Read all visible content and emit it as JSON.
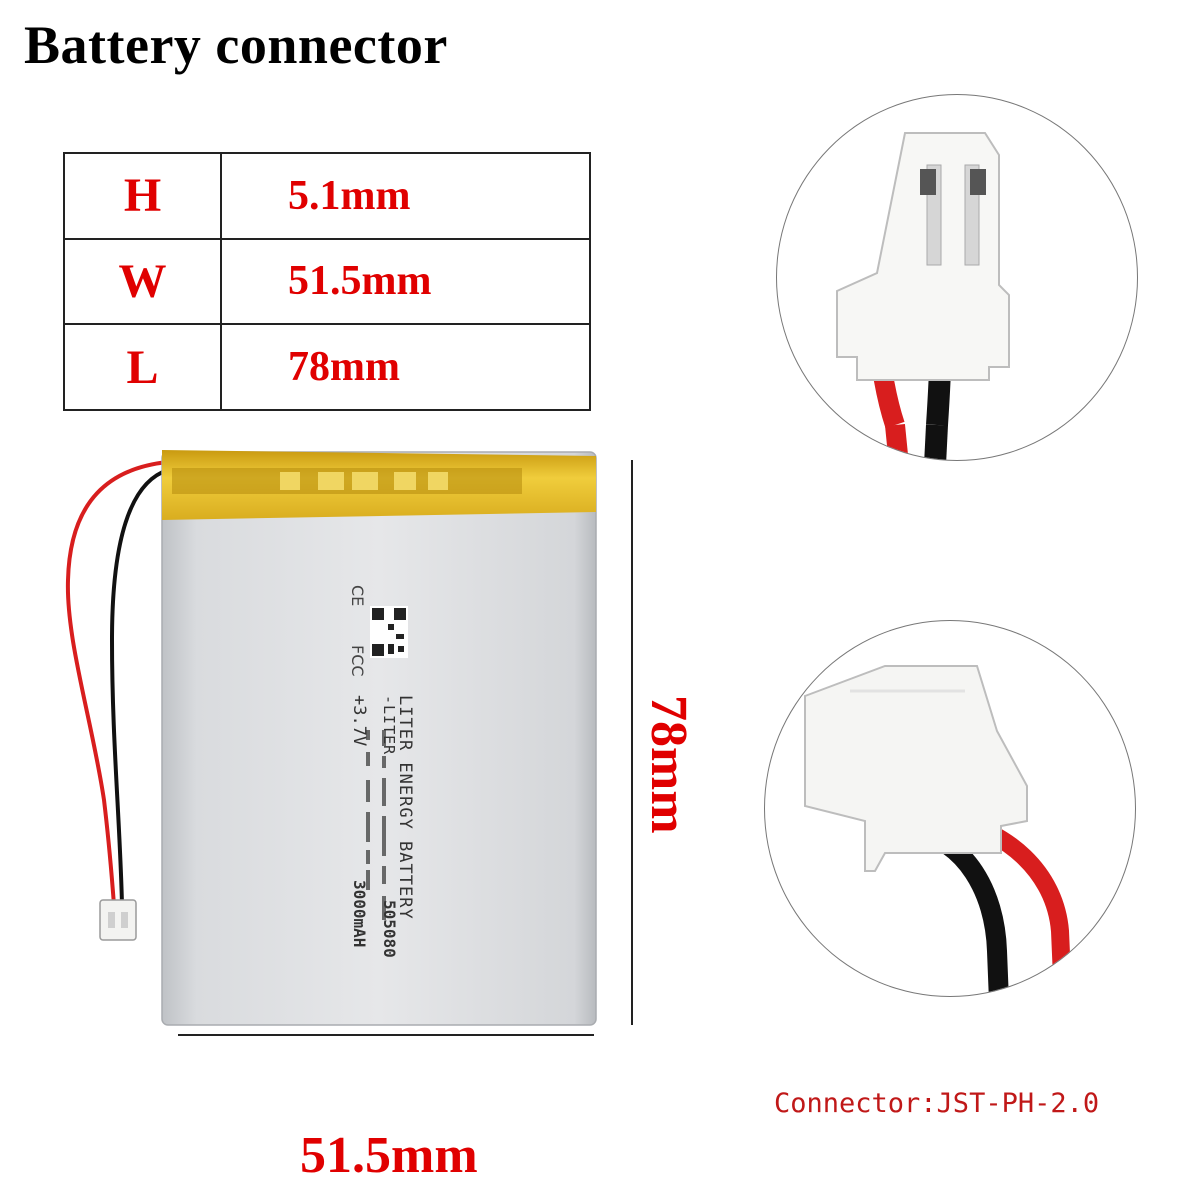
{
  "title": "Battery connector",
  "dimensions": [
    {
      "key": "H",
      "value": "5.1mm"
    },
    {
      "key": "W",
      "value": "51.5mm"
    },
    {
      "key": "L",
      "value": "78mm"
    }
  ],
  "battery_label": {
    "line1": "LITER ENERGY BATTERY",
    "line2": "-LITER",
    "model": "505080",
    "voltage": "+3.7V",
    "capacity": "3000mAH",
    "code1": "CE",
    "code2": "FCC"
  },
  "height_dimension": "78mm",
  "width_dimension": "51.5mm",
  "connector_text": "Connector:JST-PH-2.0",
  "colors": {
    "accent": "#e00000",
    "wire_red": "#d81e1e",
    "wire_black": "#111111",
    "tape": "#e8c22c"
  }
}
